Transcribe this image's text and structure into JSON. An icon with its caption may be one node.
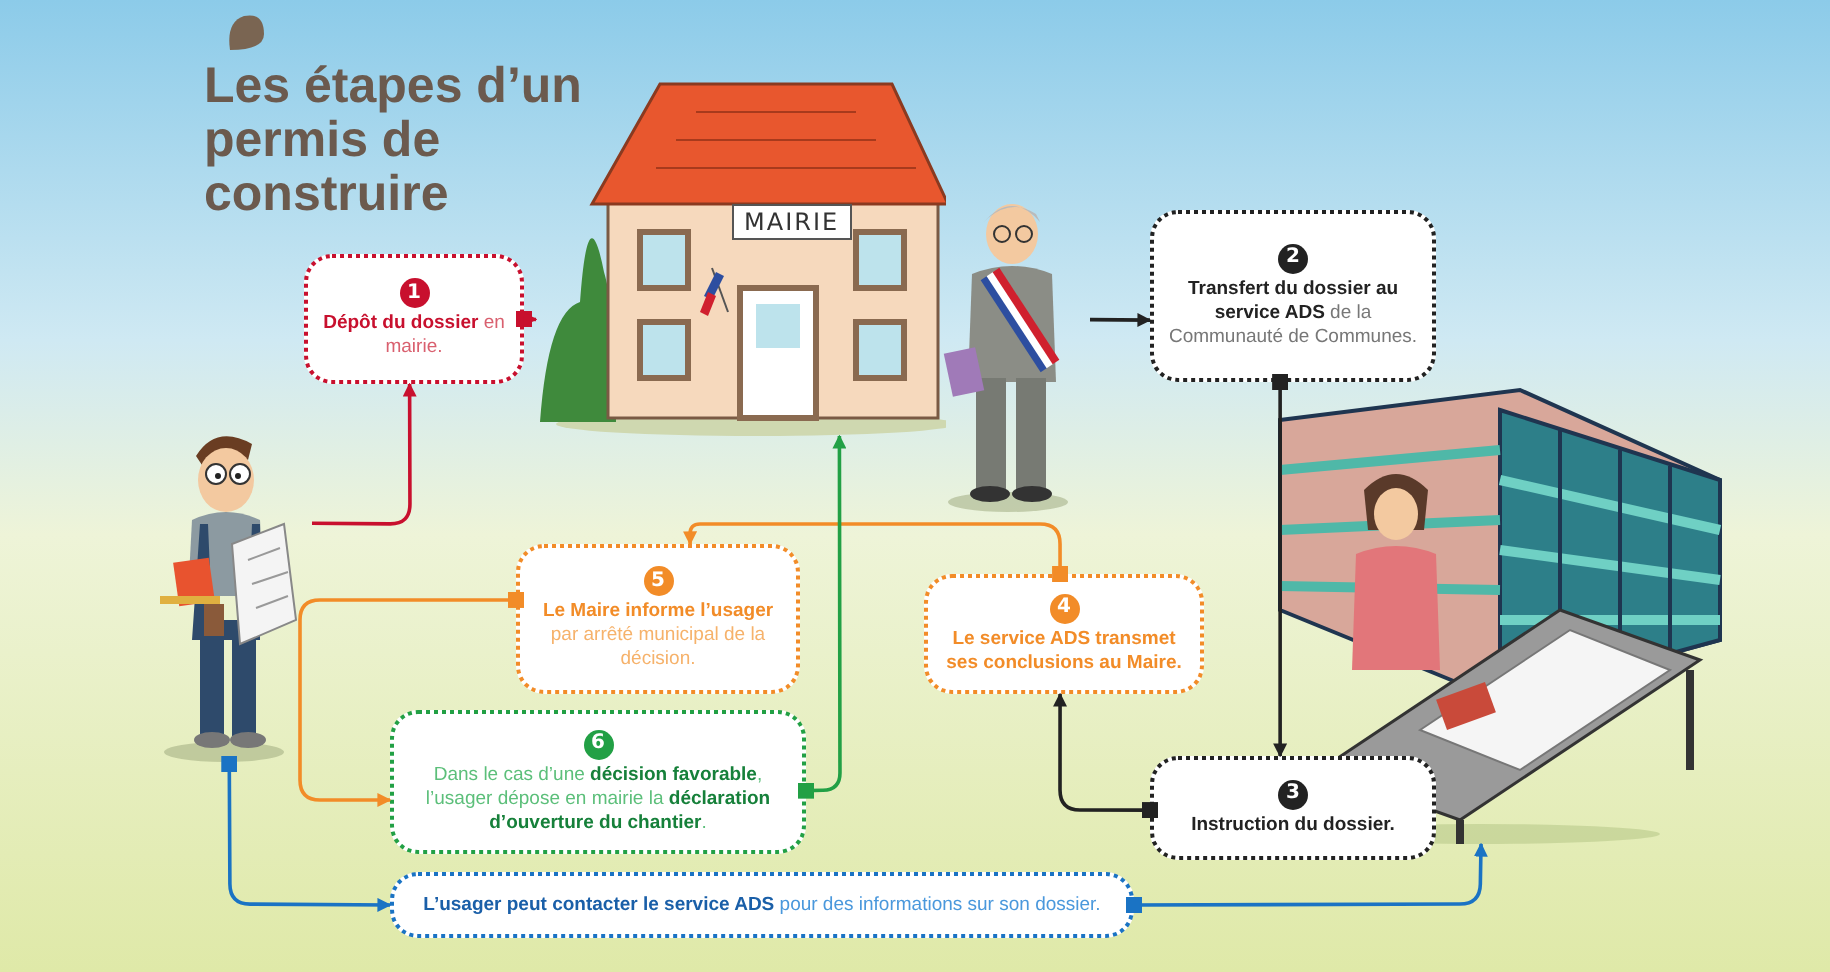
{
  "diagram": {
    "title": "Les étapes d’un permis de construire",
    "nodes": [
      {
        "text": [],
        "shape": "person"
      },
      {
        "text": [
          "MAIRIE"
        ]
      },
      {
        "text": [],
        "shape": "person"
      },
      {
        "text": [
          "1",
          "**Dépôt du dossier** en mairie."
        ]
      },
      {
        "text": [
          "2",
          "**Transfert du dossier au service ADS** de la Communauté de Communes."
        ]
      },
      {
        "text": [],
        "shape": "picture"
      },
      {
        "text": [
          "3",
          "Instruction du dossier."
        ]
      },
      {
        "text": [
          "4",
          "Le service ADS transmet ses conclusions au Maire."
        ]
      },
      {
        "text": [
          "5",
          "**Le Maire informe l’usager** par arrêté municipal de la décision."
        ]
      },
      {
        "text": [
          "6",
          "Dans le cas d’une **décision favorable**, l’usager dépose en mairie la **déclaration d’ouverture du chantier**."
        ]
      },
      {
        "text": [
          "**L’usager peut contacter le service ADS** pour des informations sur son dossier."
        ]
      }
    ],
    "edges": [
      {
        "from": 0,
        "to": 3,
        "arrow": "to",
        "color": "#c8102e"
      },
      {
        "from": 3,
        "to": 1,
        "arrow": "to",
        "color": "#c8102e"
      },
      {
        "from": 2,
        "to": 4,
        "arrow": "to",
        "color": "#222222"
      },
      {
        "from": 4,
        "to": 6,
        "arrow": "to",
        "color": "#222222"
      },
      {
        "from": 6,
        "to": 7,
        "arrow": "to",
        "color": "#222222"
      },
      {
        "from": 7,
        "to": 8,
        "arrow": "to",
        "color": "#f28c28"
      },
      {
        "from": 8,
        "to": 9,
        "arrow": "to",
        "color": "#f28c28"
      },
      {
        "from": 9,
        "to": 1,
        "arrow": "to",
        "color": "#22a045"
      },
      {
        "from": 0,
        "to": 10,
        "arrow": "to",
        "color": "#1a73c4"
      },
      {
        "from": 10,
        "to": 5,
        "arrow": "to",
        "color": "#1a73c4"
      }
    ]
  }
}
